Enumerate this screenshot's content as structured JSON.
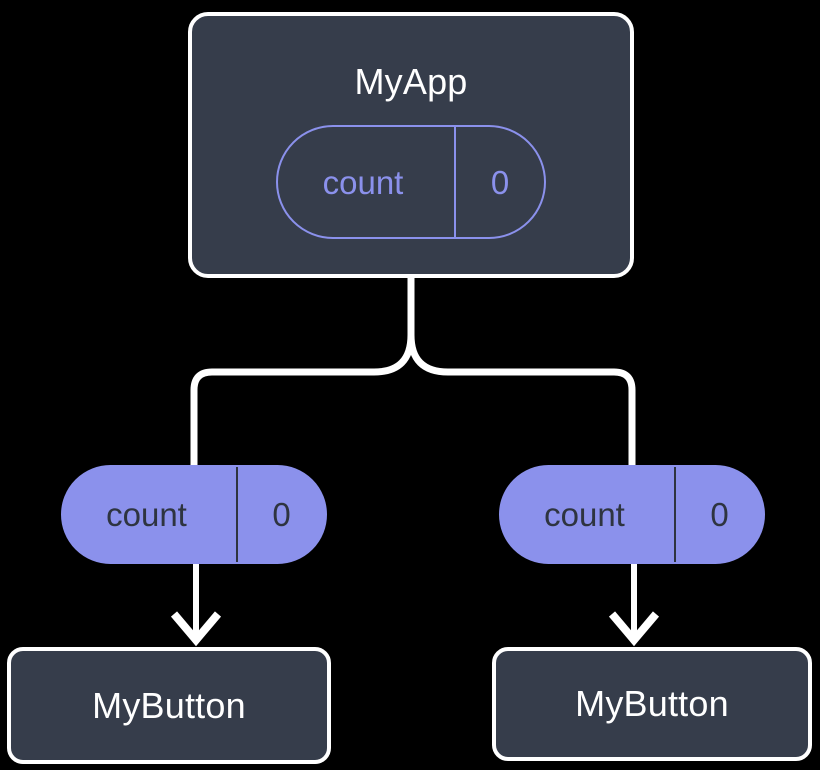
{
  "diagram": {
    "type": "component-state-flow-diagram",
    "background_color": "#000000",
    "accent_color": "#8b91ec",
    "box_fill_color": "#363d4b",
    "box_border_color": "#ffffff",
    "edge_color": "#ffffff"
  },
  "nodes": {
    "root": {
      "title": "MyApp",
      "state": {
        "key": "count",
        "value": "0"
      }
    },
    "children": [
      {
        "title": "MyButton",
        "state": {
          "key": "count",
          "value": "0"
        }
      },
      {
        "title": "MyButton",
        "state": {
          "key": "count",
          "value": "0"
        }
      }
    ]
  },
  "edges": [
    {
      "from": "MyApp",
      "to": "count (left)",
      "style": "branch"
    },
    {
      "from": "MyApp",
      "to": "count (right)",
      "style": "branch"
    },
    {
      "from": "count (left)",
      "to": "MyButton (left)",
      "style": "arrow"
    },
    {
      "from": "count (right)",
      "to": "MyButton (right)",
      "style": "arrow"
    }
  ]
}
